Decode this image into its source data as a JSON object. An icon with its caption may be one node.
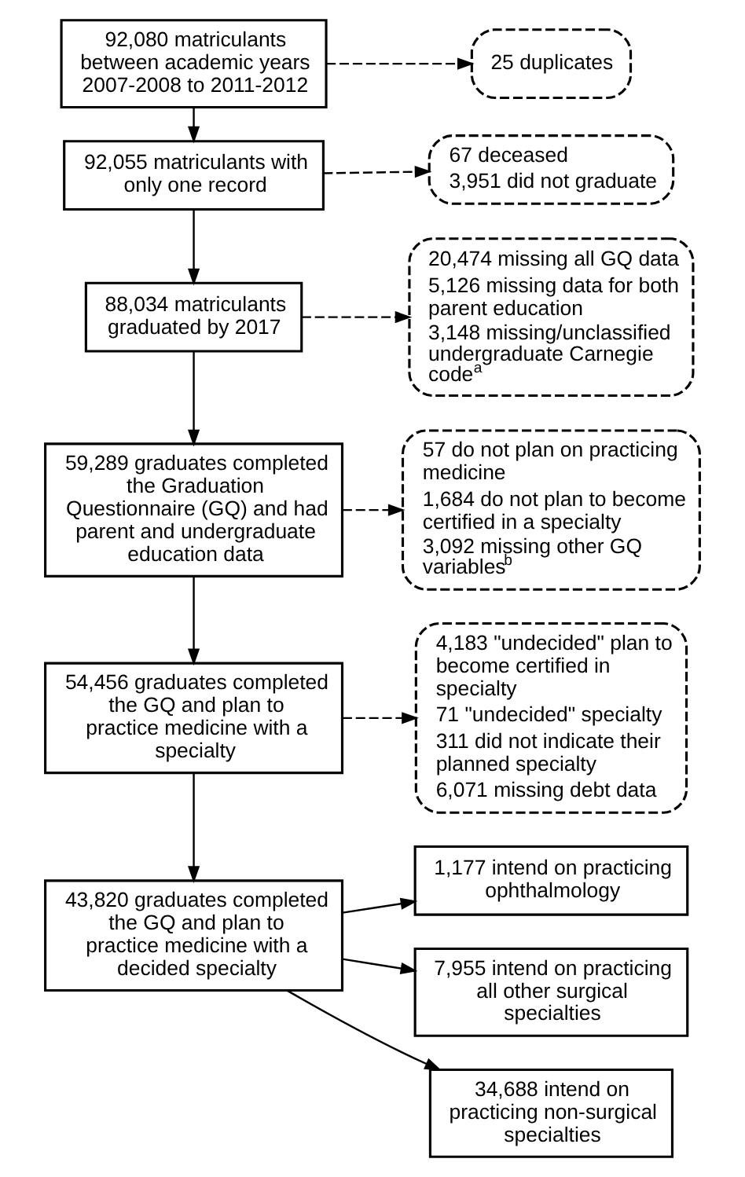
{
  "diagram": {
    "nodes": [
      {
        "text": [
          "92,080 matriculants between academic years 2007-2008 to 2011-2012"
        ]
      },
      {
        "text": [
          "25 duplicates"
        ]
      },
      {
        "text": [
          "92,055 matriculants with only one record"
        ]
      },
      {
        "text": [
          "67 deceased",
          "3,951 did not graduate"
        ]
      },
      {
        "text": [
          "88,034 matriculants graduated by 2017"
        ]
      },
      {
        "text": [
          "20,474 missing all GQ data",
          "5,126 missing data for both parent education",
          "3,148 missing/unclassified undergraduate Carnegie code$^{a}$"
        ]
      },
      {
        "text": [
          "59,289 graduates completed the Graduation Questionnaire (GQ) and had parent and undergraduate education data"
        ]
      },
      {
        "text": [
          "57 do not plan on practicing medicine",
          "1,684 do not plan to become certified in a specialty",
          "3,092 missing other GQ variables$^{b}$"
        ]
      },
      {
        "text": [
          "54,456 graduates completed the GQ and plan to practice medicine with a specialty"
        ]
      },
      {
        "text": [
          "4,183 \"undecided\" plan to become certified in specialty",
          "71 \"undecided\" specialty",
          "311 did not indicate their planned specialty",
          "6,071 missing debt data"
        ]
      },
      {
        "text": [
          "43,820 graduates completed the GQ and plan to practice medicine with a decided specialty"
        ]
      },
      {
        "text": [
          "1,177 intend on practicing ophthalmology"
        ]
      },
      {
        "text": [
          "7,955 intend on practicing all other surgical specialties"
        ]
      },
      {
        "text": [
          "34,688 intend on practicing non-surgical specialties"
        ]
      }
    ],
    "edges": [
      {
        "from": 0,
        "to": 2,
        "arrow": "to"
      },
      {
        "from": 0,
        "to": 1,
        "arrow": "to",
        "style": "dashed"
      },
      {
        "from": 2,
        "to": 4,
        "arrow": "to"
      },
      {
        "from": 2,
        "to": 3,
        "arrow": "to",
        "style": "dashed"
      },
      {
        "from": 4,
        "to": 6,
        "arrow": "to"
      },
      {
        "from": 4,
        "to": 5,
        "arrow": "to",
        "style": "dashed"
      },
      {
        "from": 6,
        "to": 8,
        "arrow": "to"
      },
      {
        "from": 6,
        "to": 7,
        "arrow": "to",
        "style": "dashed"
      },
      {
        "from": 8,
        "to": 10,
        "arrow": "to"
      },
      {
        "from": 8,
        "to": 9,
        "arrow": "to",
        "style": "dashed"
      },
      {
        "from": 10,
        "to": 11,
        "arrow": "to"
      },
      {
        "from": 10,
        "to": 12,
        "arrow": "to"
      },
      {
        "from": 10,
        "to": 13,
        "arrow": "to"
      }
    ]
  }
}
